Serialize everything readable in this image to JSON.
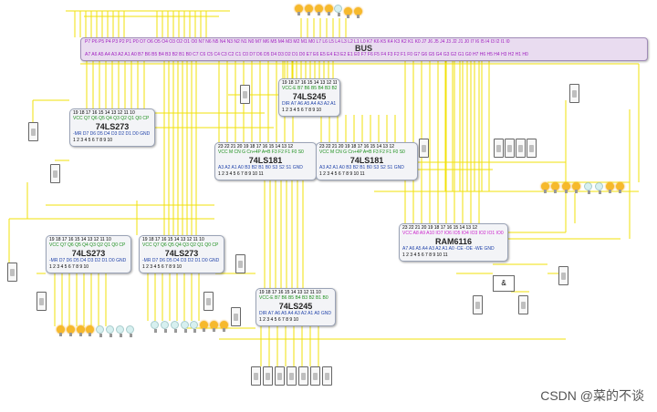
{
  "bus": {
    "label": "BUS",
    "top_labels": "P7 P6 P5 P4 P3 P2 P1 P0    O7 O6 O5 O4 O3 O2 O1 O0    N7 N6 N5 N4 N3 N2 N1 N0    M7 M6 M5 M4 M3 M2 M1 M0    L7 L6 L5 L4 L3 L2 L1 L0    K7 K6 K5 K4 K3 K2 K1 K0    J7 J6 J5 J4 J3 J2 J1 J0    I7 I6 I5 I4 I3 I2 I1 I0",
    "bottom_labels": "A7 A6 A5 A4 A3 A2 A1 A0    B7 B6 B5 B4 B3 B2 B1 B0    C7 C6 C5 C4 C3 C2 C1 C0    D7 D6 D5 D4 D3 D2 D1 D0    E7 E6 E5 E4 E3 E2 E1 E0    F7 F6 F5 F4 F3 F2 F1 F0    G7 G6 G5 G4 G3 G2 G1 G0    H7 H6 H5 H4 H3 H2 H1 H0"
  },
  "chips": [
    {
      "id": "u245a",
      "name": "74LS245",
      "top_pins": "19 18 17 16 15 14 13 12 11 10",
      "top_sig": "VCC-E B7 B6 B5 B4 B3 B2 B1 B0",
      "bot_sig": "DIR A7 A6 A5 A4 A3 A2 A1 A0 GND",
      "bot_pins": "1  2  3  4  5  6  7  8  9  10"
    },
    {
      "id": "u273a",
      "name": "74LS273",
      "top_pins": "19 18 17 16 15 14 13 12 11 10",
      "top_sig": "VCC Q7 Q6 Q5 Q4 Q3 Q2 Q1 Q0 CP",
      "bot_sig": "-MR D7 D6 D5 D4 D3 D2 D1 D0 GND",
      "bot_pins": "1  2  3  4  5  6  7  8  9  10"
    },
    {
      "id": "u181a",
      "name": "74LS181",
      "top_pins": "23 22 21 20 19 18 17 16 15 14 13 12",
      "top_sig": "VCC M CN G Cn+4P A=B F3 F2 F1 F0 S0",
      "bot_sig": "A3 A2 A1 A0 B3 B2 B1 B0 S3 S2 S1 GND",
      "bot_pins": "1 2 3 4 5 6 7 8 9 10 11"
    },
    {
      "id": "u181b",
      "name": "74LS181",
      "top_pins": "23 22 21 20 19 18 17 16 15 14 13 12",
      "top_sig": "VCC M CN G Cn+4P A=B F3 F2 F1 F0 S0",
      "bot_sig": "A3 A2 A1 A0 B3 B2 B1 B0 S3 S2 S1 GND",
      "bot_pins": "1 2 3 4 5 6 7 8 9 10 11"
    },
    {
      "id": "uram",
      "name": "RAM6116",
      "top_pins": "23 22 21 20 19 18 17 16 15 14 13 12",
      "top_sig": "VCC A8 A9 A10 IO7 IO6 IO5 IO4 IO3 IO2 IO1 IO0",
      "bot_sig": "A7 A6 A5 A4 A3 A2 A1 A0 -CE -OE -WE GND",
      "bot_pins": "1 2 3 4 5 6 7 8 9 10 11"
    },
    {
      "id": "u273b",
      "name": "74LS273",
      "top_pins": "19 18 17 16 15 14 13 12 11 10",
      "top_sig": "VCC Q7 Q6 Q5 Q4 Q3 Q2 Q1 Q0 CP",
      "bot_sig": "-MR D7 D6 D5 D4 D3 D2 D1 D0 GND",
      "bot_pins": "1  2  3  4  5  6  7  8  9  10"
    },
    {
      "id": "u273c",
      "name": "74LS273",
      "top_pins": "19 18 17 16 15 14 13 12 11 10",
      "top_sig": "VCC Q7 Q6 Q5 Q4 Q3 Q2 Q1 Q0 CP",
      "bot_sig": "-MR D7 D6 D5 D4 D3 D2 D1 D0 GND",
      "bot_pins": "1  2  3  4  5  6  7  8  9  10"
    },
    {
      "id": "u245b",
      "name": "74LS245",
      "top_pins": "19 18 17 16 15 14 13 12 11 10",
      "top_sig": "VCC-E B7 B6 B5 B4 B3 B2 B1 B0",
      "bot_sig": "DIR A7 A6 A5 A4 A3 A2 A1 A0 GND",
      "bot_pins": "1  2  3  4  5  6  7  8  9  10"
    }
  ],
  "gate_symbol": "&",
  "watermark": "CSDN @菜的不谈",
  "colors": {
    "wire": "#f2e20a",
    "bus": "#e9dcf0",
    "bulb_on": "#f6b92c",
    "bulb_off": "#d7f0f0"
  }
}
